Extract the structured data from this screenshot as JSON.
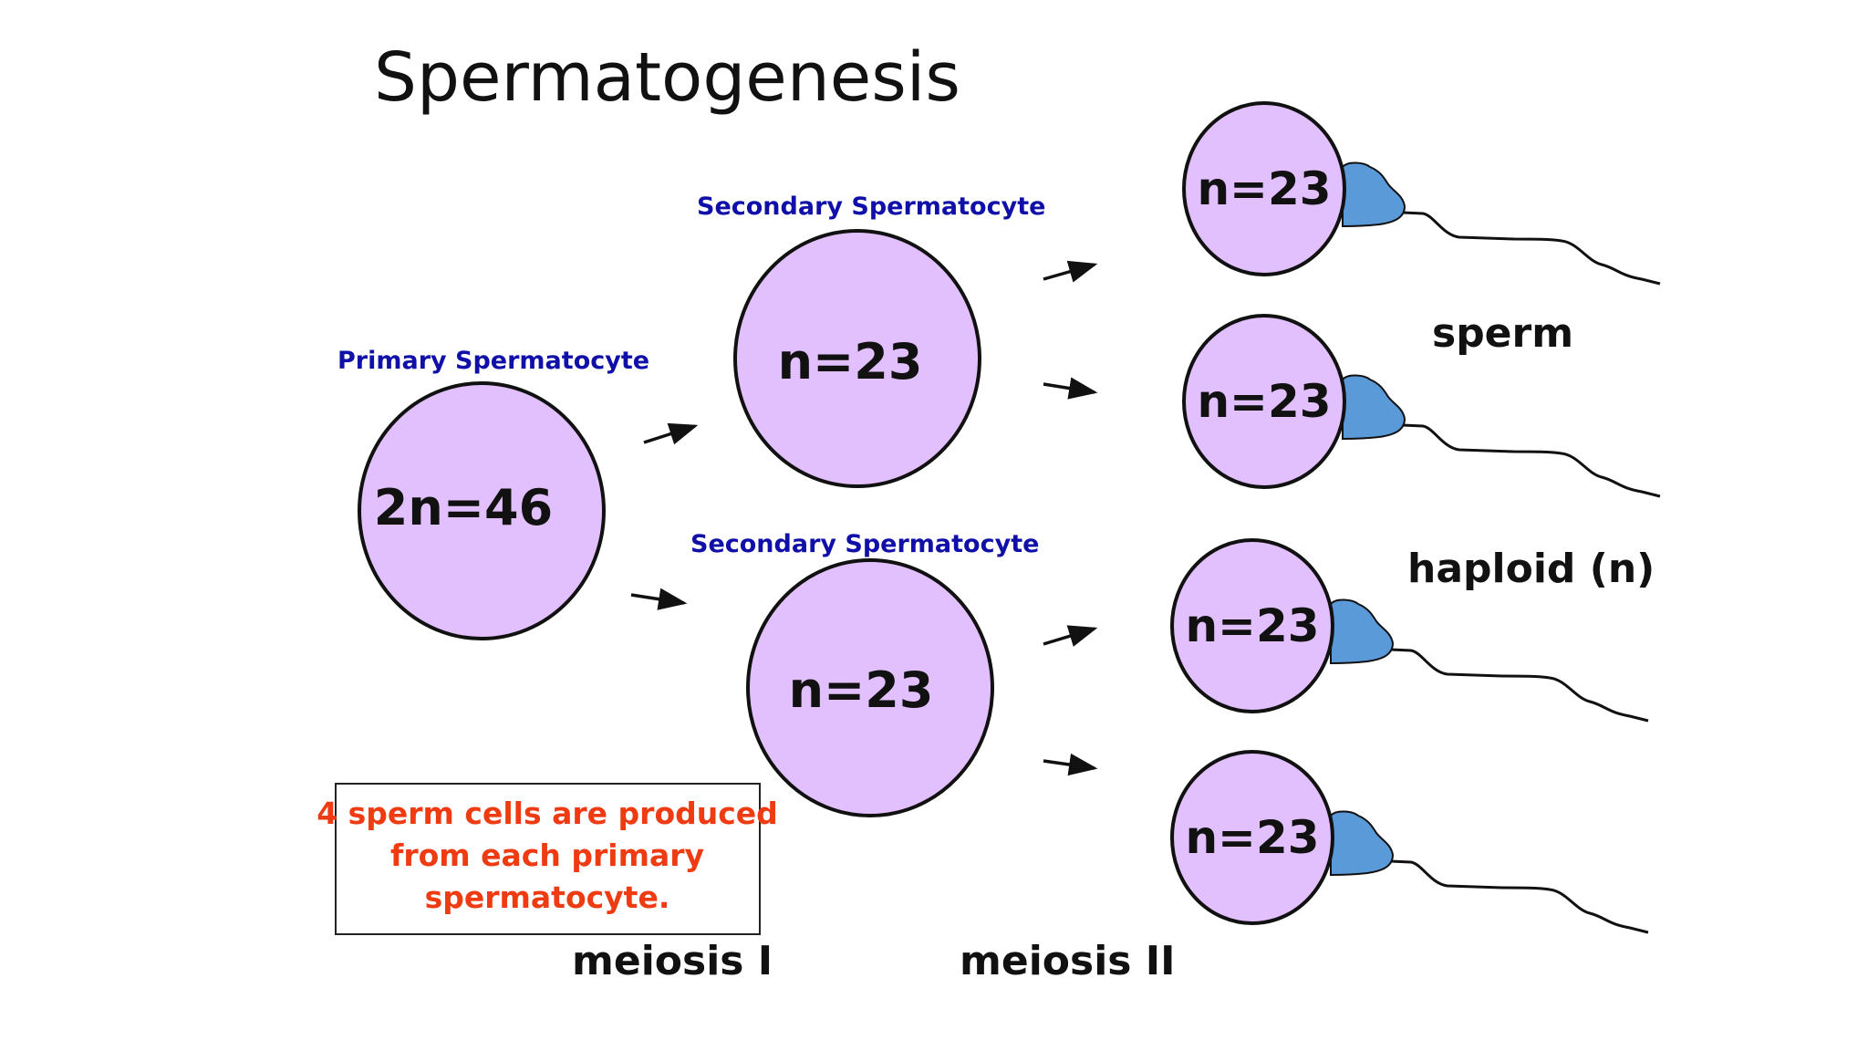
{
  "title": "Spermatogenesis",
  "primary": {
    "label": "Primary Spermatocyte",
    "value": "2n=46"
  },
  "secondary": [
    {
      "label": "Secondary Spermatocyte",
      "value": "n=23"
    },
    {
      "label": "Secondary Spermatocyte",
      "value": "n=23"
    }
  ],
  "sperm_cells": [
    {
      "value": "n=23"
    },
    {
      "value": "n=23"
    },
    {
      "value": "n=23"
    },
    {
      "value": "n=23"
    }
  ],
  "side_labels": {
    "sperm": "sperm",
    "haploid": "haploid (n)"
  },
  "note": {
    "line1": "4 sperm cells are produced",
    "line2": "from each primary",
    "line3": "spermatocyte."
  },
  "phases": {
    "meiosis1": "meiosis I",
    "meiosis2": "meiosis II"
  },
  "colors": {
    "cell_fill": "#e2c0fd",
    "sperm_head": "#5a9ad8",
    "stage_label": "#1010a8",
    "note_text": "#ee3b12"
  }
}
